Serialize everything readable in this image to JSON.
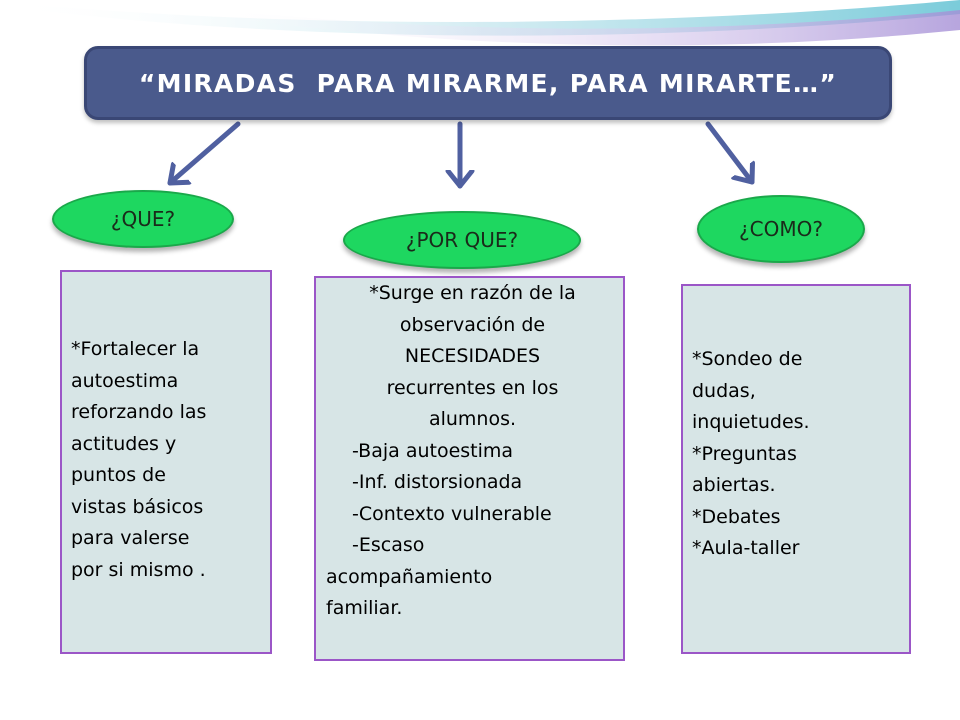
{
  "title": "“MIRADAS  PARA MIRARME, PARA MIRARTE…”",
  "colors": {
    "title_bg": "#4a5a8c",
    "oval_fill": "#1ed760",
    "box_fill": "#d7e5e6",
    "box_border": "#9b56c7",
    "arrow": "#5060a0"
  },
  "branches": [
    {
      "label": "¿QUE?",
      "lines": [
        "*Fortalecer la",
        "autoestima",
        "reforzando las",
        "actitudes y",
        "puntos de",
        "vistas básicos",
        "para valerse",
        "por si mismo ."
      ]
    },
    {
      "label": "¿POR QUE?",
      "lines": [
        "*Surge en razón de la",
        "observación  de",
        "NECESIDADES",
        "recurrentes en los",
        "alumnos.",
        "-Baja  autoestima",
        "-Inf. distorsionada",
        "-Contexto vulnerable",
        "-Escaso",
        "acompañamiento",
        "familiar."
      ]
    },
    {
      "label": "¿COMO?",
      "lines": [
        "*Sondeo de",
        "dudas,",
        "inquietudes.",
        "*Preguntas",
        "abiertas.",
        "*Debates",
        "*Aula-taller"
      ]
    }
  ]
}
